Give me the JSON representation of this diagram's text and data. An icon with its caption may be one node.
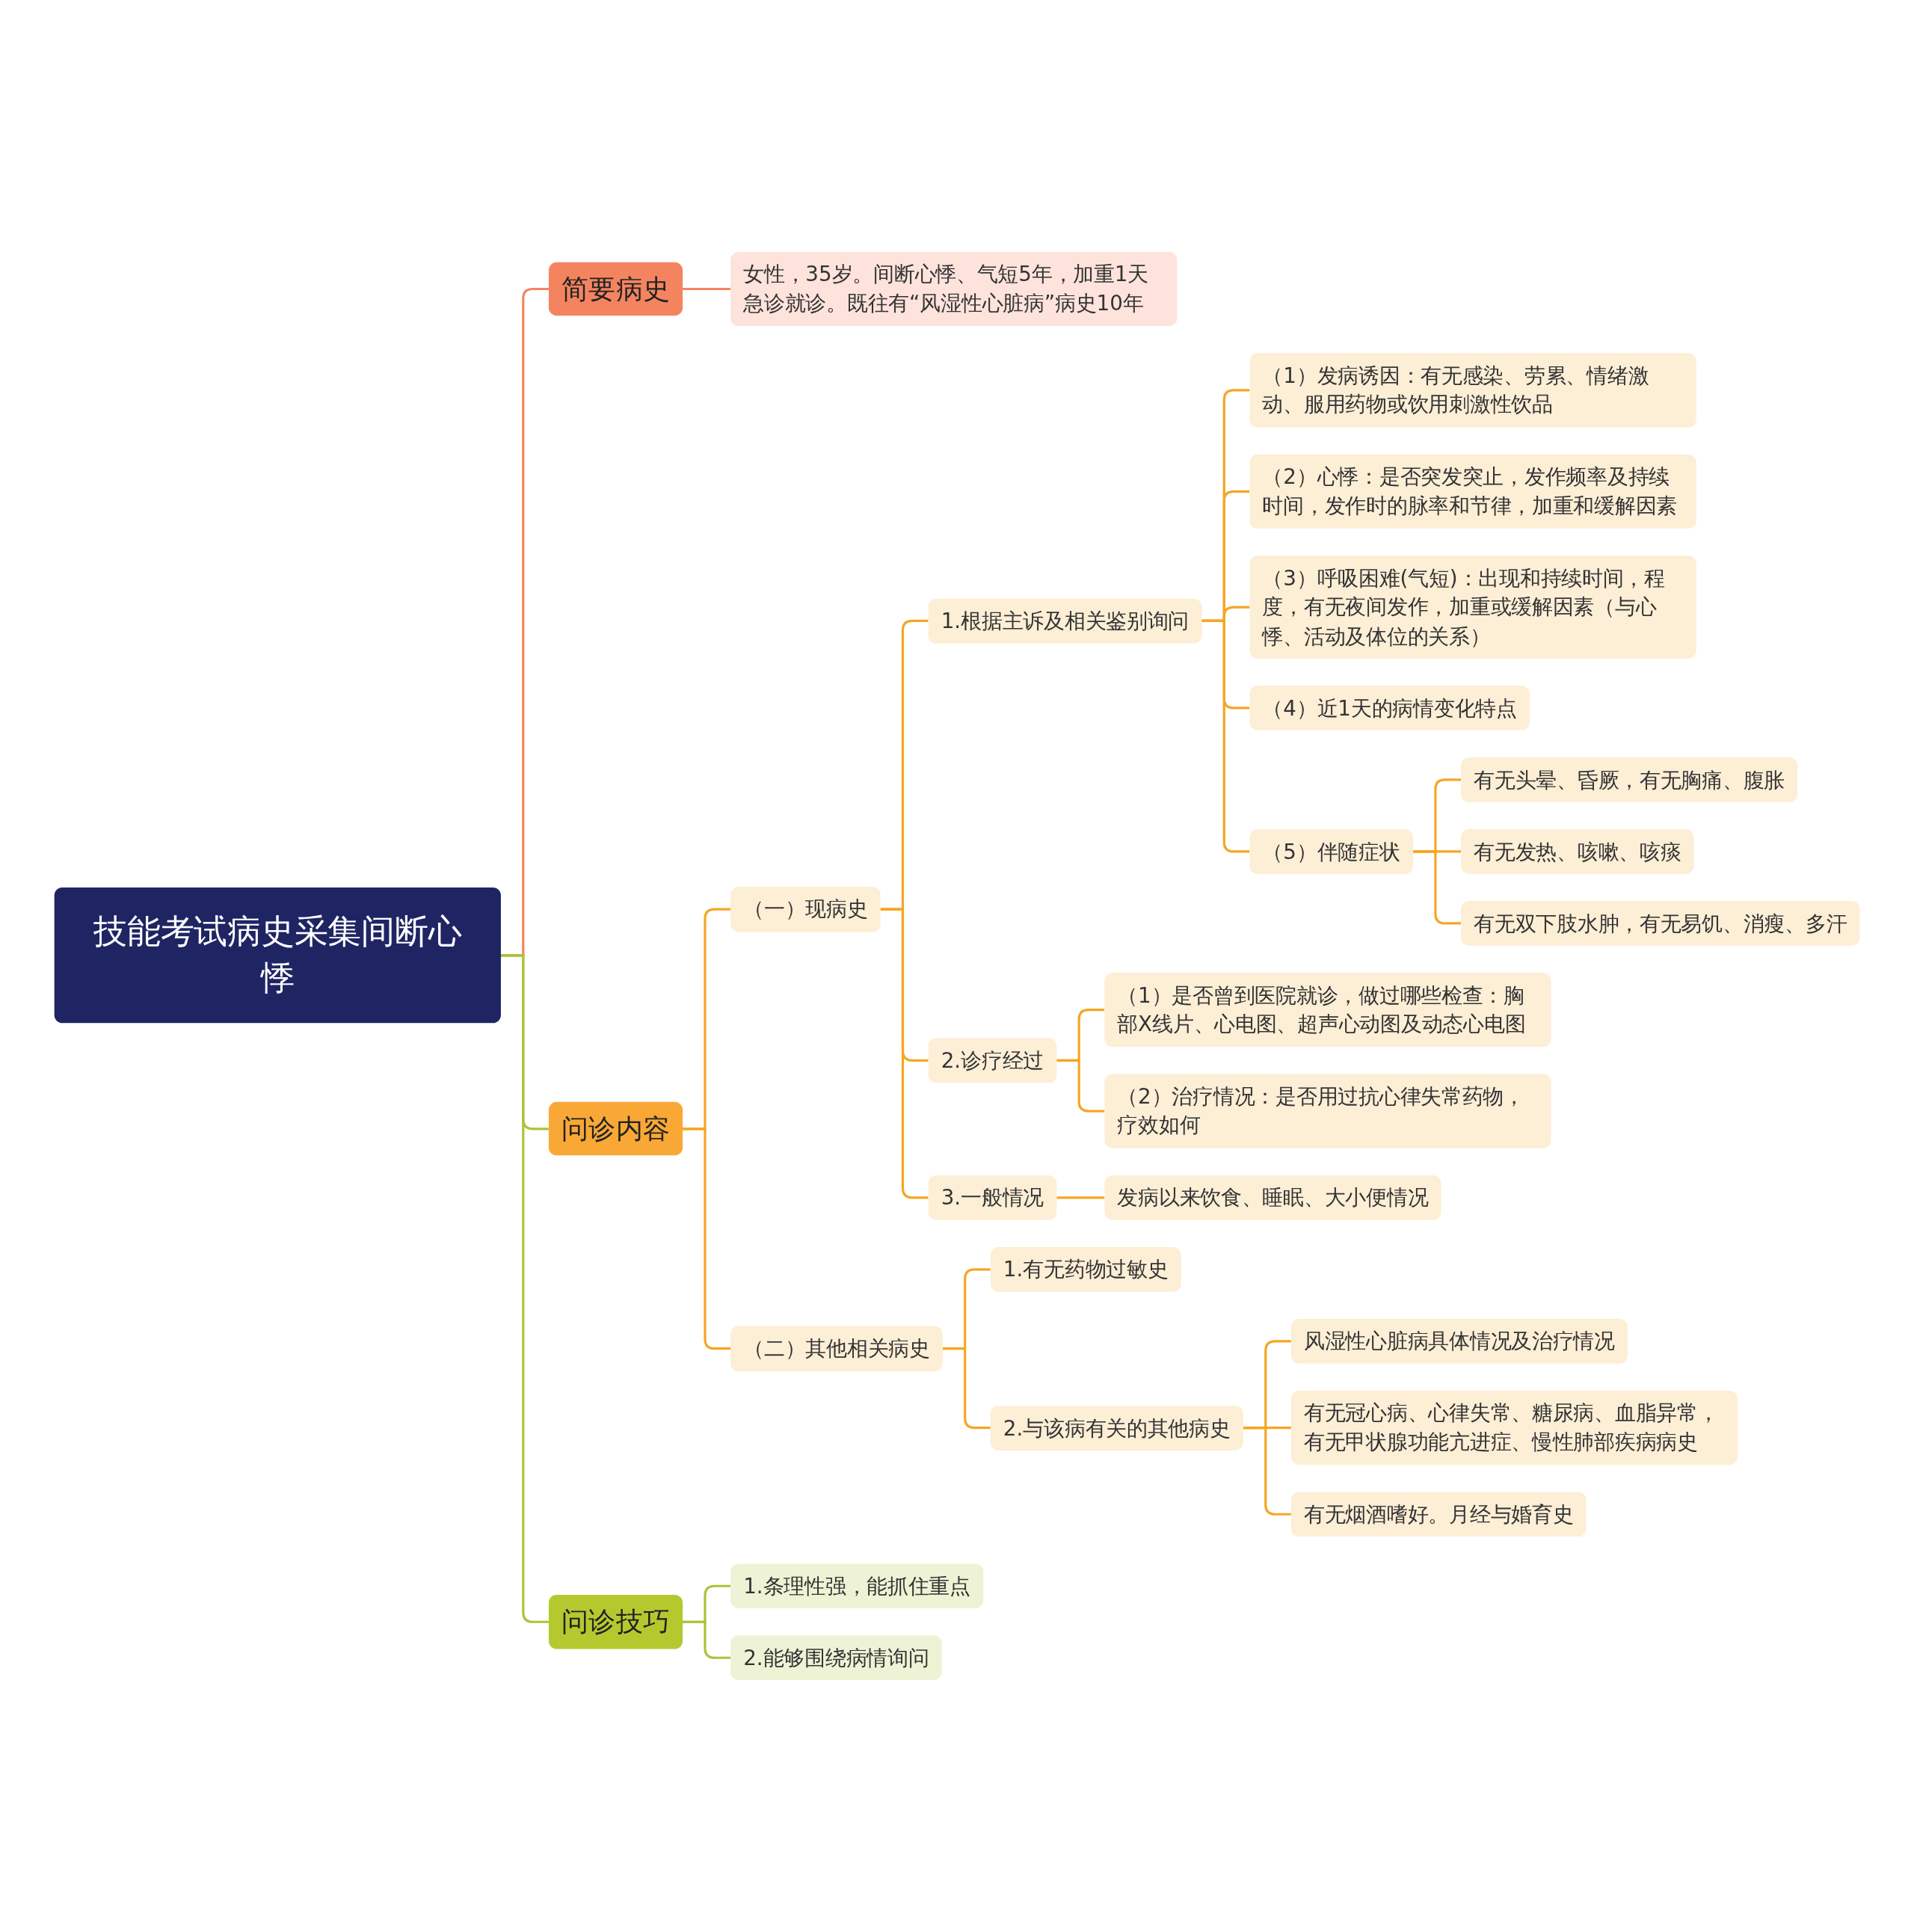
{
  "diagram": {
    "nodes": [
      {
        "text": [
          "技能考试病史采集间断心悸"
        ]
      },
      {
        "text": [
          "简要病史"
        ]
      },
      {
        "text": [
          "女性，35岁。间断心悸、气短5年，加重1天急诊就诊。既往有“风湿性心脏病”病史10年"
        ]
      },
      {
        "text": [
          "问诊内容"
        ]
      },
      {
        "text": [
          "（一）现病史"
        ]
      },
      {
        "text": [
          "1.根据主诉及相关鉴别询问"
        ]
      },
      {
        "text": [
          "（1）发病诱因：有无感染、劳累、情绪激动、服用药物或饮用刺激性饮品"
        ]
      },
      {
        "text": [
          "（2）心悸：是否突发突止，发作频率及持续时间，发作时的脉率和节律，加重和缓解因素"
        ]
      },
      {
        "text": [
          "（3）呼吸困难(气短)：出现和持续时间，程度，有无夜间发作，加重或缓解因素（与心悸、活动及体位的关系）"
        ]
      },
      {
        "text": [
          "（4）近1天的病情变化特点"
        ]
      },
      {
        "text": [
          "（5）伴随症状"
        ]
      },
      {
        "text": [
          "有无头晕、昏厥，有无胸痛、腹胀"
        ]
      },
      {
        "text": [
          "有无发热、咳嗽、咳痰"
        ]
      },
      {
        "text": [
          "有无双下肢水肿，有无易饥、消瘦、多汗"
        ]
      },
      {
        "text": [
          "2.诊疗经过"
        ]
      },
      {
        "text": [
          "（1）是否曾到医院就诊，做过哪些检查：胸部X线片、心电图、超声心动图及动态心电图"
        ]
      },
      {
        "text": [
          "（2）治疗情况：是否用过抗心律失常药物，疗效如何"
        ]
      },
      {
        "text": [
          "3.一般情况"
        ]
      },
      {
        "text": [
          "发病以来饮食、睡眠、大小便情况"
        ]
      },
      {
        "text": [
          "（二）其他相关病史"
        ]
      },
      {
        "text": [
          "1.有无药物过敏史"
        ]
      },
      {
        "text": [
          "2.与该病有关的其他病史"
        ]
      },
      {
        "text": [
          "风湿性心脏病具体情况及治疗情况"
        ]
      },
      {
        "text": [
          "有无冠心病、心律失常、糖尿病、血脂异常，有无甲状腺功能亢进症、慢性肺部疾病病史"
        ]
      },
      {
        "text": [
          "有无烟酒嗜好。月经与婚育史"
        ]
      },
      {
        "text": [
          "问诊技巧"
        ]
      },
      {
        "text": [
          "1.条理性强，能抓住重点"
        ]
      },
      {
        "text": [
          "2.能够围绕病情询问"
        ]
      }
    ],
    "edges": [
      {
        "from": 0,
        "to": 1,
        "arrow": "none",
        "color": "#f4845f"
      },
      {
        "from": 1,
        "to": 2,
        "arrow": "none",
        "color": "#f4845f"
      },
      {
        "from": 0,
        "to": 3,
        "arrow": "none",
        "color": "#a8c43a"
      },
      {
        "from": 3,
        "to": 4,
        "arrow": "none"
      },
      {
        "from": 4,
        "to": 5,
        "arrow": "none"
      },
      {
        "from": 5,
        "to": 6,
        "arrow": "none"
      },
      {
        "from": 5,
        "to": 7,
        "arrow": "none"
      },
      {
        "from": 5,
        "to": 8,
        "arrow": "none"
      },
      {
        "from": 5,
        "to": 9,
        "arrow": "none"
      },
      {
        "from": 5,
        "to": 10,
        "arrow": "none"
      },
      {
        "from": 10,
        "to": 11,
        "arrow": "none"
      },
      {
        "from": 10,
        "to": 12,
        "arrow": "none"
      },
      {
        "from": 10,
        "to": 13,
        "arrow": "none"
      },
      {
        "from": 4,
        "to": 14,
        "arrow": "none"
      },
      {
        "from": 14,
        "to": 15,
        "arrow": "none"
      },
      {
        "from": 14,
        "to": 16,
        "arrow": "none"
      },
      {
        "from": 4,
        "to": 17,
        "arrow": "none"
      },
      {
        "from": 17,
        "to": 18,
        "arrow": "none"
      },
      {
        "from": 3,
        "to": 19,
        "arrow": "none"
      },
      {
        "from": 19,
        "to": 20,
        "arrow": "none"
      },
      {
        "from": 19,
        "to": 21,
        "arrow": "none"
      },
      {
        "from": 21,
        "to": 22,
        "arrow": "none"
      },
      {
        "from": 21,
        "to": 23,
        "arrow": "none"
      },
      {
        "from": 21,
        "to": 24,
        "arrow": "none"
      },
      {
        "from": 0,
        "to": 25,
        "arrow": "none",
        "color": "#a8c43a"
      },
      {
        "from": 25,
        "to": 26,
        "arrow": "none",
        "color": "#a8c43a"
      },
      {
        "from": 25,
        "to": 27,
        "arrow": "none",
        "color": "#a8c43a"
      }
    ]
  }
}
